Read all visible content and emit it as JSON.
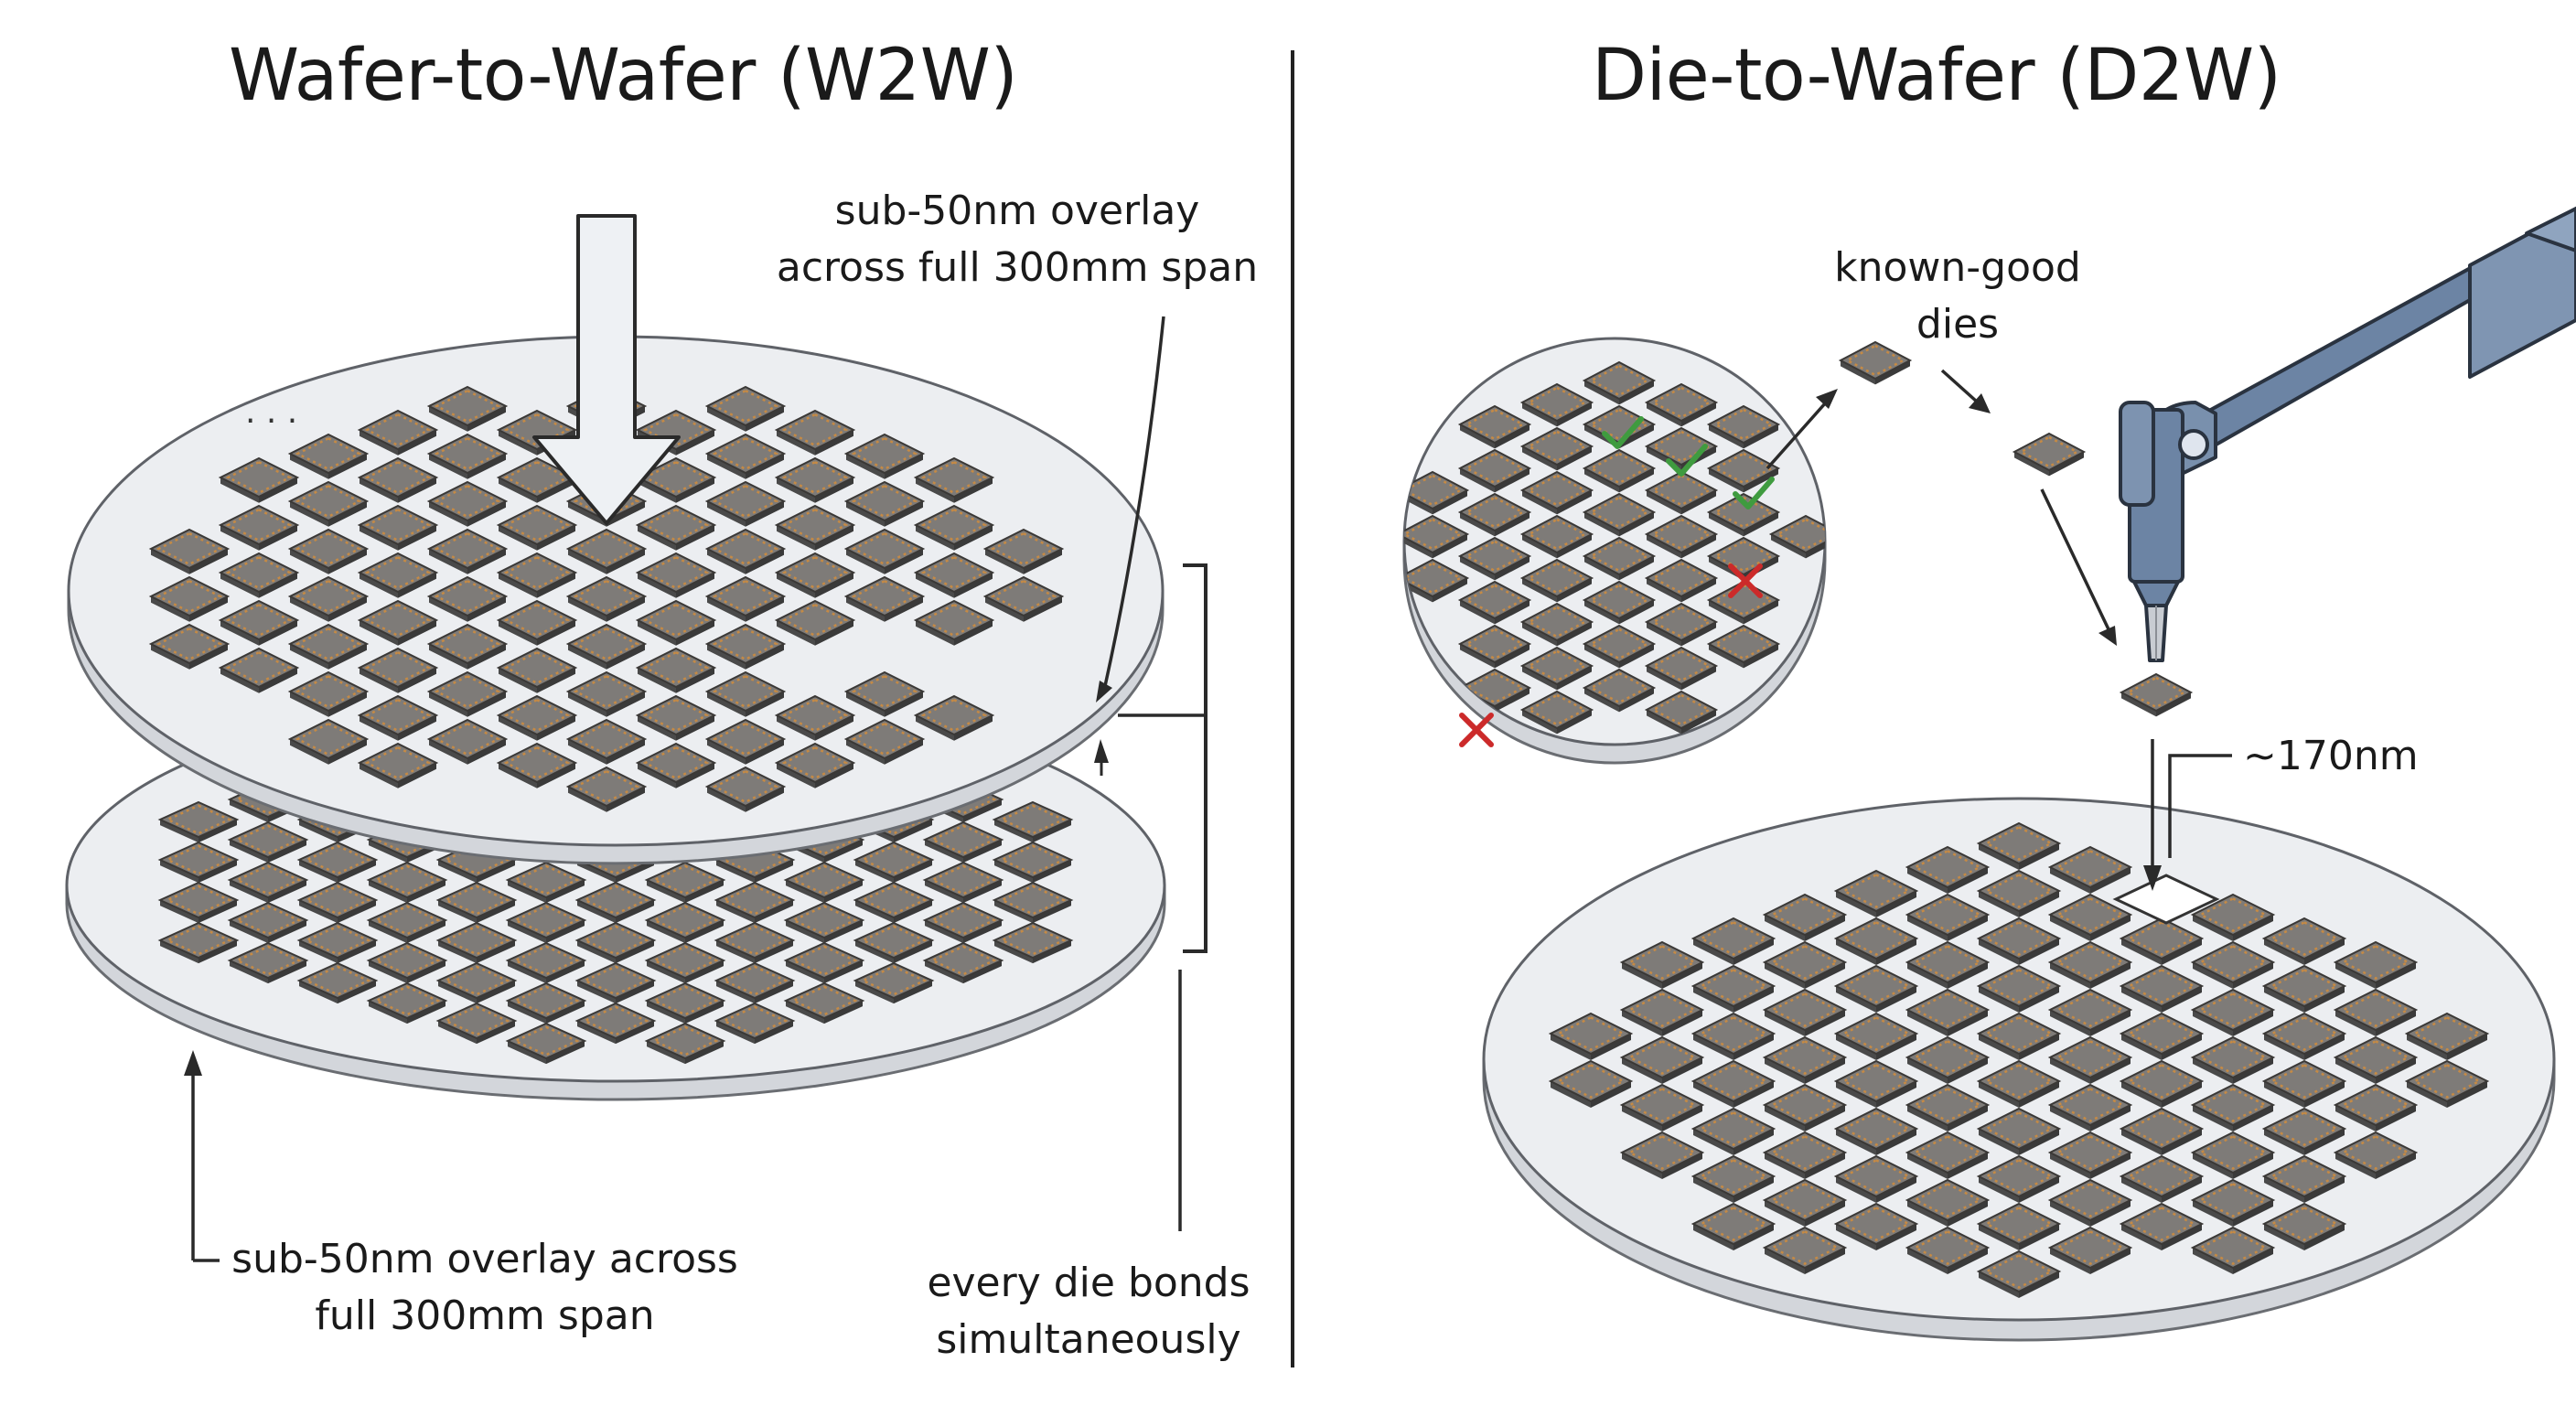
{
  "w2w": {
    "title": "Wafer-to-Wafer (W2W)",
    "label_top": [
      "sub-50nm overlay",
      "across full 300mm span"
    ],
    "label_bottom_left": [
      "sub-50nm overlay across",
      "full 300mm span"
    ],
    "label_bottom_right": [
      "every die bonds",
      "simultaneously"
    ],
    "ellipsis": "·  ·  ·"
  },
  "d2w": {
    "title": "Die-to-Wafer (D2W)",
    "label_kgd": [
      "known-good",
      "dies"
    ],
    "label_gap": "~170nm"
  },
  "colors": {
    "wafer_fill": "#eceef1",
    "wafer_edge": "#d4d7dc",
    "die_fill": "#7e7b78",
    "die_pad": "#c58a45",
    "check": "#3f9b3f",
    "cross": "#cc2a2a",
    "arm": "#6c84a4",
    "arrow_fill": "#eef1f4"
  },
  "icons": [
    "arrow-down-icon",
    "check-icon",
    "cross-icon",
    "robot-arm-icon",
    "bracket-icon"
  ]
}
